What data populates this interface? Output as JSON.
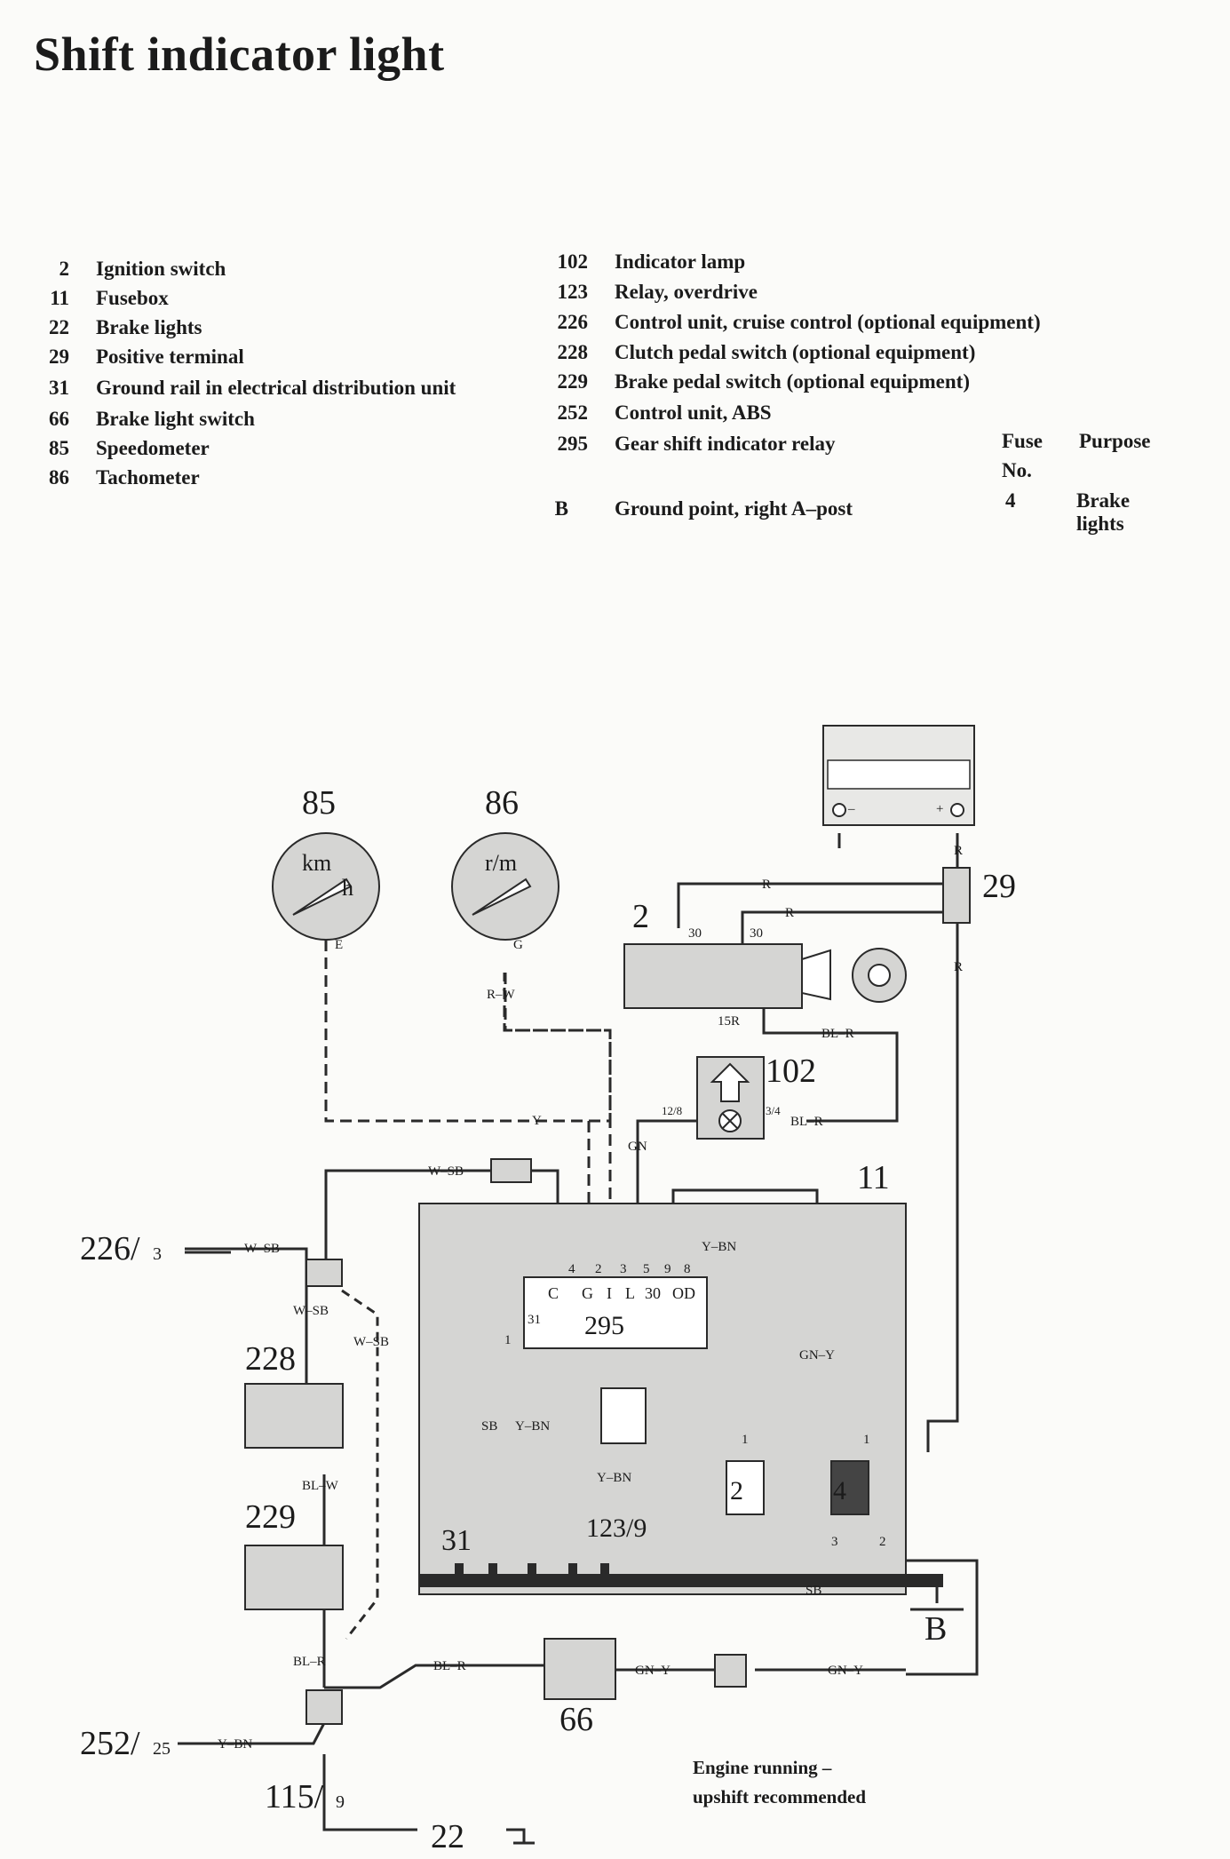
{
  "title": "Shift indicator light",
  "legend_left": [
    {
      "num": "2",
      "text": "Ignition switch"
    },
    {
      "num": "11",
      "text": "Fusebox"
    },
    {
      "num": "22",
      "text": "Brake lights"
    },
    {
      "num": "29",
      "text": "Positive terminal"
    },
    {
      "num": "31",
      "text": "Ground rail in electrical distribution unit"
    },
    {
      "num": "66",
      "text": "Brake light switch"
    },
    {
      "num": "85",
      "text": "Speedometer"
    },
    {
      "num": "86",
      "text": "Tachometer"
    }
  ],
  "legend_right": [
    {
      "num": "102",
      "text": "Indicator lamp"
    },
    {
      "num": "123",
      "text": "Relay, overdrive"
    },
    {
      "num": "226",
      "text": "Control unit, cruise control (optional equipment)"
    },
    {
      "num": "228",
      "text": "Clutch pedal switch (optional equipment)"
    },
    {
      "num": "229",
      "text": "Brake pedal switch (optional equipment)"
    },
    {
      "num": "252",
      "text": "Control unit, ABS"
    },
    {
      "num": "295",
      "text": "Gear shift indicator relay"
    },
    {
      "num": "B",
      "text": "Ground point, right A–post"
    }
  ],
  "fuse_table": {
    "header_fuse": "Fuse",
    "header_no": "No.",
    "header_purpose": "Purpose",
    "rows": [
      {
        "fuse": "4",
        "purpose": "Brake lights"
      }
    ]
  },
  "diagram": {
    "refs": {
      "c85": "85",
      "c86": "86",
      "c2": "2",
      "c29": "29",
      "c102": "102",
      "c11": "11",
      "c226": "226/",
      "c226pin": "3",
      "c228": "228",
      "c229": "229",
      "c31": "31",
      "c295": "295",
      "c123": "123/9",
      "c66": "66",
      "cB": "B",
      "c252": "252/",
      "c252pin": "25",
      "c115": "115/",
      "c115pin": "9",
      "c22": "22",
      "relay2": "2",
      "relay4": "4"
    },
    "gauge_labels": {
      "km": "km",
      "h": "h",
      "rm": "r/m",
      "e": "E",
      "g": "G"
    },
    "pins": {
      "p30a": "30",
      "p30b": "30",
      "p15r": "15R",
      "p128": "12/8",
      "p34": "3/4",
      "p4": "4",
      "p2": "2",
      "p3": "3",
      "p5": "5",
      "p9": "9",
      "p8": "8",
      "pC": "C",
      "pG": "G",
      "pI": "I",
      "pL": "L",
      "p30c": "30",
      "pOD": "OD",
      "p31": "31",
      "p1a": "1",
      "p1b": "1",
      "p1c": "1",
      "pr3": "3",
      "pr2": "2",
      "bat_minus": "–",
      "bat_plus": "+"
    },
    "wires": {
      "R1": "R",
      "R2": "R",
      "R3": "R",
      "R4": "R",
      "RW": "R–W",
      "Y": "Y",
      "GN": "GN",
      "BLR1": "BL–R",
      "BLR2": "BL–R",
      "BLR3": "BL–R",
      "BLR4": "BL–R",
      "WSB1": "W–SB",
      "WSB2": "W–SB",
      "WSB3": "W–SB",
      "WSB4": "W–SB",
      "YBN1": "Y–BN",
      "YBN2": "Y–BN",
      "YBN3": "Y–BN",
      "YBN4": "Y–BN",
      "GNY1": "GN–Y",
      "GNY2": "GN–Y",
      "GNY3": "GN–Y",
      "SB1": "SB",
      "SB2": "SB",
      "BLW": "BL–W"
    },
    "caption_line1": "Engine running –",
    "caption_line2": "upshift recommended"
  }
}
